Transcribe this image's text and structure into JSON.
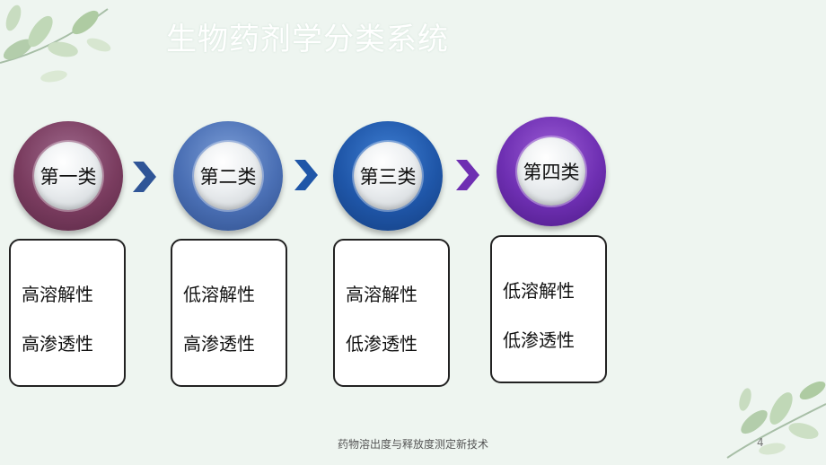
{
  "slide": {
    "title": "生物药剂学分类系统",
    "footer": "药物溶出度与释放度测定新技术",
    "page_number": "4"
  },
  "classes": [
    {
      "label": "第一类",
      "line1": "高溶解性",
      "line2": "高渗透性",
      "color": "#7a3c5f"
    },
    {
      "label": "第二类",
      "line1": "低溶解性",
      "line2": "高渗透性",
      "color": "#4a6fb4"
    },
    {
      "label": "第三类",
      "line1": "高溶解性",
      "line2": "低渗透性",
      "color": "#1f56a8"
    },
    {
      "label": "第四类",
      "line1": "低溶解性",
      "line2": "低渗透性",
      "color": "#6e2fb2"
    }
  ],
  "arrows": [
    {
      "icon": "chevron-right-icon",
      "color": "#2f5597"
    },
    {
      "icon": "chevron-right-icon",
      "color": "#1f56a8"
    },
    {
      "icon": "chevron-right-icon",
      "color": "#6e2fb2"
    }
  ]
}
